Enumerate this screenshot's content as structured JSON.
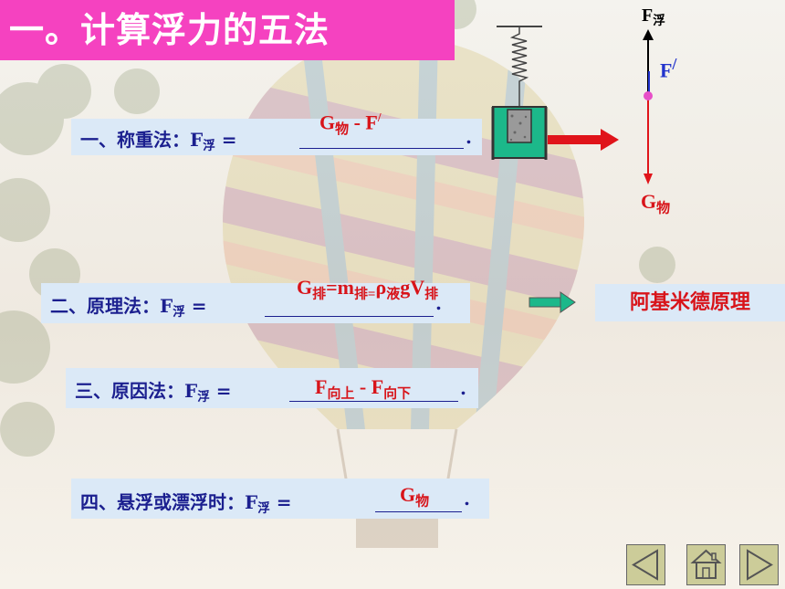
{
  "title": "一。计算浮力的五法",
  "methods": [
    {
      "label_main": "一、称重法：F",
      "label_sub": "浮",
      "label_eq": " =",
      "period": ".",
      "answer": {
        "a": "G",
        "a_sub": "物",
        "b": " - F",
        "b_sup": "/"
      }
    },
    {
      "label_main": "二、原理法：F",
      "label_sub": "浮",
      "label_eq": " =",
      "period": ".",
      "answer": {
        "a": "G",
        "a_sub": "排",
        "b": "=m",
        "b_sub": "排=",
        "c": "ρ",
        "c_sub": "液",
        "d": "gV",
        "d_sub": "排"
      }
    },
    {
      "label_main": "三、原因法：F",
      "label_sub": "浮",
      "label_eq": " =",
      "period": ".",
      "answer": {
        "a": "F",
        "a_sub": "向上",
        "b": " - F",
        "b_sub": "向下"
      }
    },
    {
      "label_main": "四、悬浮或漂浮时：F",
      "label_sub": "浮",
      "label_eq": " =",
      "period": ".",
      "answer": {
        "a": "G",
        "a_sub": "物"
      }
    }
  ],
  "archimedes": "阿基米德原理",
  "force_diagram": {
    "f_float": "F",
    "f_float_sub": "浮",
    "f_prime": "F",
    "f_prime_sup": "/",
    "g": "G",
    "g_sub": "物"
  },
  "nav": {
    "prev": "previous-slide",
    "home": "home",
    "next": "next-slide"
  },
  "colors": {
    "title_bg": "#f542c0",
    "text_blue": "#1b1f8f",
    "answer_red": "#d8141a",
    "row_bg": "#dbe9f7"
  }
}
